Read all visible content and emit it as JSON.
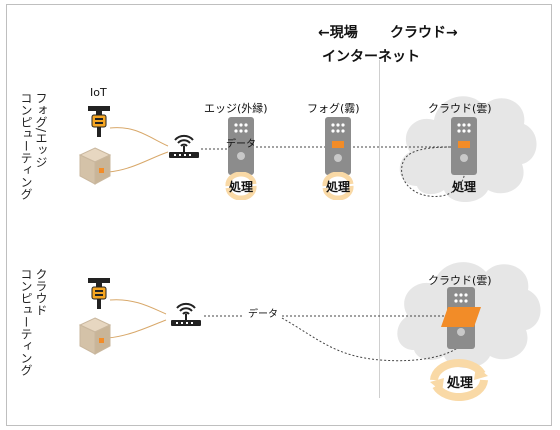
{
  "header": {
    "field": "←現場",
    "cloud": "クラウド→",
    "internet": "インターネット"
  },
  "rows": {
    "top": {
      "title_line1": "フォグ/エッジ",
      "title_line2": "コンピューティング",
      "iot": "IoT",
      "edge_label": "エッジ(外縁)",
      "fog_label": "フォグ(霧)",
      "cloud_label": "クラウド(雲)",
      "data": "データ",
      "processing": "処理"
    },
    "bottom": {
      "title_line1": "クラウド",
      "title_line2": "コンピューティング",
      "cloud_label": "クラウド(雲)",
      "data": "データ",
      "processing": "処理"
    }
  },
  "colors": {
    "accent": "#f28c28",
    "accent_light": "#f9d9a6",
    "server": "#8c8c8c",
    "cloud": "#e6e6e6",
    "wire": "#444444"
  }
}
